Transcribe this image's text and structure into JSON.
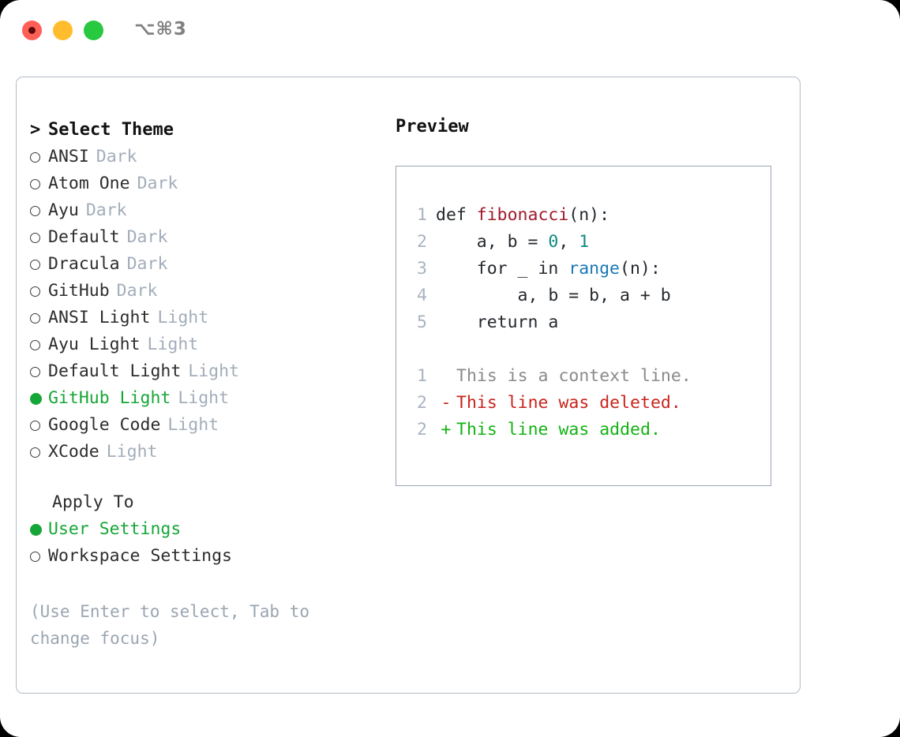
{
  "titlebar": {
    "shortcut": "⌥⌘3",
    "buttons": [
      {
        "name": "close",
        "color": "#ff5f57"
      },
      {
        "name": "minimize",
        "color": "#ffbd2e"
      },
      {
        "name": "maximize",
        "color": "#28c840"
      }
    ]
  },
  "theme_picker": {
    "header": "Select Theme",
    "caret": ">",
    "items": [
      {
        "label": "ANSI",
        "tag": "Dark",
        "selected": false
      },
      {
        "label": "Atom One",
        "tag": "Dark",
        "selected": false
      },
      {
        "label": "Ayu",
        "tag": "Dark",
        "selected": false
      },
      {
        "label": "Default",
        "tag": "Dark",
        "selected": false
      },
      {
        "label": "Dracula",
        "tag": "Dark",
        "selected": false
      },
      {
        "label": "GitHub",
        "tag": "Dark",
        "selected": false
      },
      {
        "label": "ANSI Light",
        "tag": "Light",
        "selected": false
      },
      {
        "label": "Ayu Light",
        "tag": "Light",
        "selected": false
      },
      {
        "label": "Default Light",
        "tag": "Light",
        "selected": false
      },
      {
        "label": "GitHub Light",
        "tag": "Light",
        "selected": true
      },
      {
        "label": "Google Code",
        "tag": "Light",
        "selected": false
      },
      {
        "label": "XCode",
        "tag": "Light",
        "selected": false
      }
    ]
  },
  "apply_to": {
    "header": "Apply To",
    "items": [
      {
        "label": "User Settings",
        "selected": true
      },
      {
        "label": "Workspace Settings",
        "selected": false
      }
    ]
  },
  "hint": "(Use Enter to select, Tab to change focus)",
  "preview": {
    "title": "Preview",
    "code_lines": [
      {
        "num": "1",
        "tokens": [
          {
            "text": "def ",
            "type": "plain"
          },
          {
            "text": "fibonacci",
            "type": "fn"
          },
          {
            "text": "(n):",
            "type": "plain"
          }
        ]
      },
      {
        "num": "2",
        "tokens": [
          {
            "text": "    a, b = ",
            "type": "plain"
          },
          {
            "text": "0",
            "type": "num"
          },
          {
            "text": ", ",
            "type": "plain"
          },
          {
            "text": "1",
            "type": "num"
          }
        ]
      },
      {
        "num": "3",
        "tokens": [
          {
            "text": "    for _ in ",
            "type": "plain"
          },
          {
            "text": "range",
            "type": "call"
          },
          {
            "text": "(n):",
            "type": "plain"
          }
        ]
      },
      {
        "num": "4",
        "tokens": [
          {
            "text": "        a, b = b, a + b",
            "type": "plain"
          }
        ]
      },
      {
        "num": "5",
        "tokens": [
          {
            "text": "    return a",
            "type": "plain"
          }
        ]
      }
    ],
    "diff_lines": [
      {
        "num": "1",
        "mark": " ",
        "text": "This is a context line.",
        "kind": "ctx"
      },
      {
        "num": "2",
        "mark": "-",
        "text": "This line was deleted.",
        "kind": "del"
      },
      {
        "num": "2",
        "mark": "+",
        "text": "This line was added.",
        "kind": "add"
      }
    ]
  },
  "colors": {
    "accent_green": "#16a637",
    "tag_muted": "#a3adba",
    "hint_muted": "#9aa5b1",
    "panel_border": "#b3bcc8",
    "code_border": "#9aa6b4",
    "fn_red": "#a01b2b",
    "num_teal": "#0f8a80",
    "call_blue": "#1878b8",
    "diff_del": "#c9241c",
    "diff_add": "#11b312"
  }
}
